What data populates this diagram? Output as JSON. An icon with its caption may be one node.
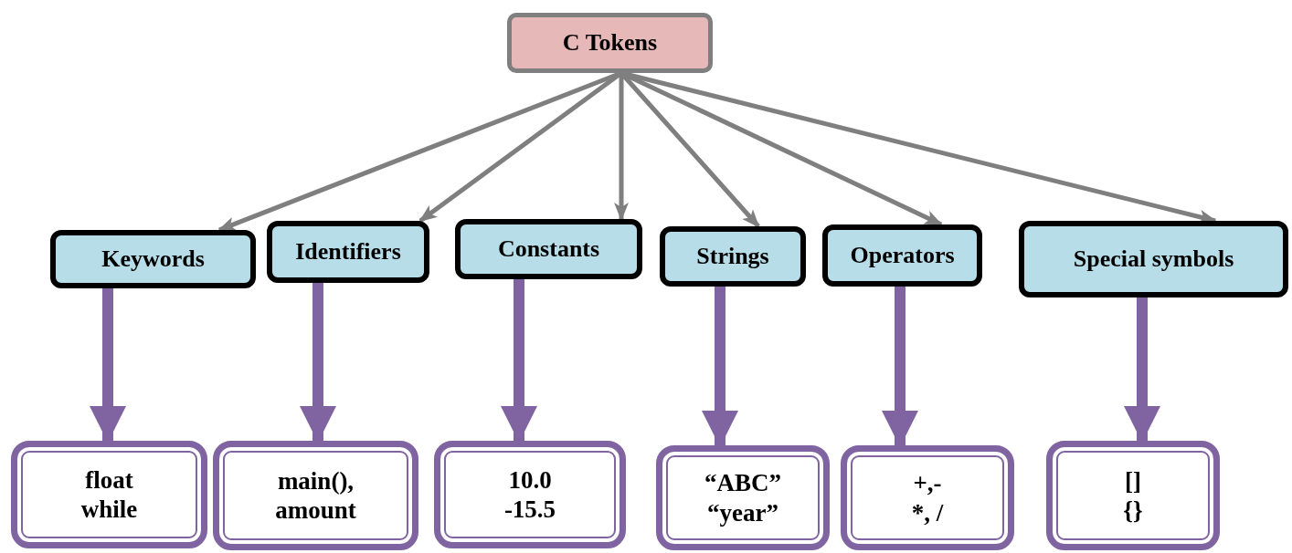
{
  "diagram": {
    "nodes": [
      {
        "text": [
          "C Tokens"
        ]
      },
      {
        "text": [
          "Keywords"
        ]
      },
      {
        "text": [
          "Identifiers"
        ]
      },
      {
        "text": [
          "Constants"
        ]
      },
      {
        "text": [
          "Strings"
        ]
      },
      {
        "text": [
          "Operators"
        ]
      },
      {
        "text": [
          "Special symbols"
        ]
      },
      {
        "text": [
          "float",
          "while"
        ]
      },
      {
        "text": [
          "main(),",
          "amount"
        ]
      },
      {
        "text": [
          "10.0",
          "-15.5"
        ]
      },
      {
        "text": [
          "“ABC”",
          "“year”"
        ]
      },
      {
        "text": [
          "+,-",
          "*, /"
        ]
      },
      {
        "text": [
          "[]",
          "{}"
        ]
      }
    ],
    "edges": [
      {
        "from": 0,
        "to": 1,
        "arrow": "to"
      },
      {
        "from": 0,
        "to": 2,
        "arrow": "to"
      },
      {
        "from": 0,
        "to": 3,
        "arrow": "to"
      },
      {
        "from": 0,
        "to": 4,
        "arrow": "to"
      },
      {
        "from": 0,
        "to": 5,
        "arrow": "to"
      },
      {
        "from": 0,
        "to": 6,
        "arrow": "to"
      },
      {
        "from": 1,
        "to": 7,
        "arrow": "to",
        "style": "thick",
        "color": "#8064a2"
      },
      {
        "from": 2,
        "to": 8,
        "arrow": "to",
        "style": "thick",
        "color": "#8064a2"
      },
      {
        "from": 3,
        "to": 9,
        "arrow": "to",
        "style": "thick",
        "color": "#8064a2"
      },
      {
        "from": 4,
        "to": 10,
        "arrow": "to",
        "style": "thick",
        "color": "#8064a2"
      },
      {
        "from": 5,
        "to": 11,
        "arrow": "to",
        "style": "thick",
        "color": "#8064a2"
      },
      {
        "from": 6,
        "to": 12,
        "arrow": "to",
        "style": "thick",
        "color": "#8064a2"
      }
    ]
  }
}
